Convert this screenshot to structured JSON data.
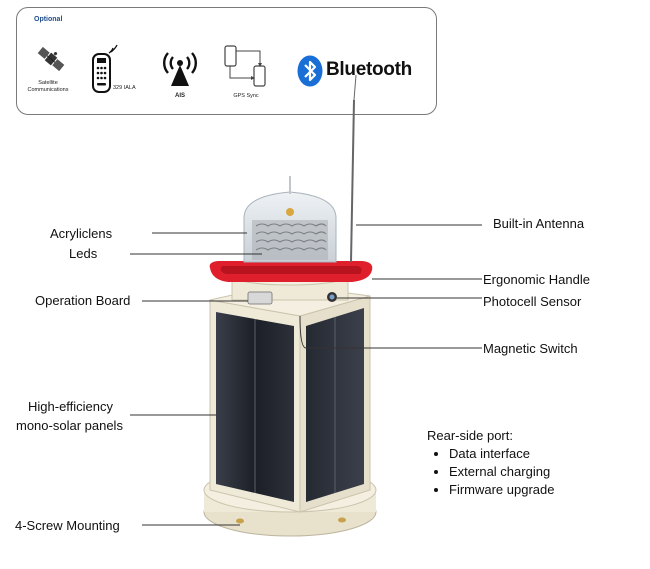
{
  "optional_panel": {
    "title": "Optional",
    "items": [
      {
        "icon": "satellite-icon",
        "label_lines": [
          "Satellite",
          "Communications"
        ]
      },
      {
        "icon": "remote-control-icon",
        "label_lines": [
          "329 IALA"
        ]
      },
      {
        "icon": "ais-antenna-icon",
        "label_lines": [
          "AIS"
        ]
      },
      {
        "icon": "gps-sync-icon",
        "label_lines": [
          "GPS Sync"
        ]
      },
      {
        "icon": "bluetooth-icon",
        "label_lines": [
          "Bluetooth"
        ]
      }
    ]
  },
  "callouts": {
    "acryliclens": "Acryliclens",
    "leds": "Leds",
    "operation_board": "Operation Board",
    "high_efficiency_1": "High-efficiency",
    "high_efficiency_2": "mono-solar panels",
    "screw_mounting": "4-Screw Mounting",
    "built_in_antenna": "Built-in Antenna",
    "ergonomic_handle": "Ergonomic Handle",
    "photocell_sensor": "Photocell Sensor",
    "magnetic_switch": "Magnetic Switch"
  },
  "rear_port": {
    "title": "Rear-side port:",
    "items": [
      "Data interface",
      "External charging",
      "Firmware upgrade"
    ]
  },
  "colors": {
    "bluetooth_blue": "#1a6fd6",
    "handle_red": "#e01f2c",
    "panel_dark": "#1c1f26",
    "body_cream": "#efe9d8",
    "title_blue": "#1f4e8c"
  }
}
